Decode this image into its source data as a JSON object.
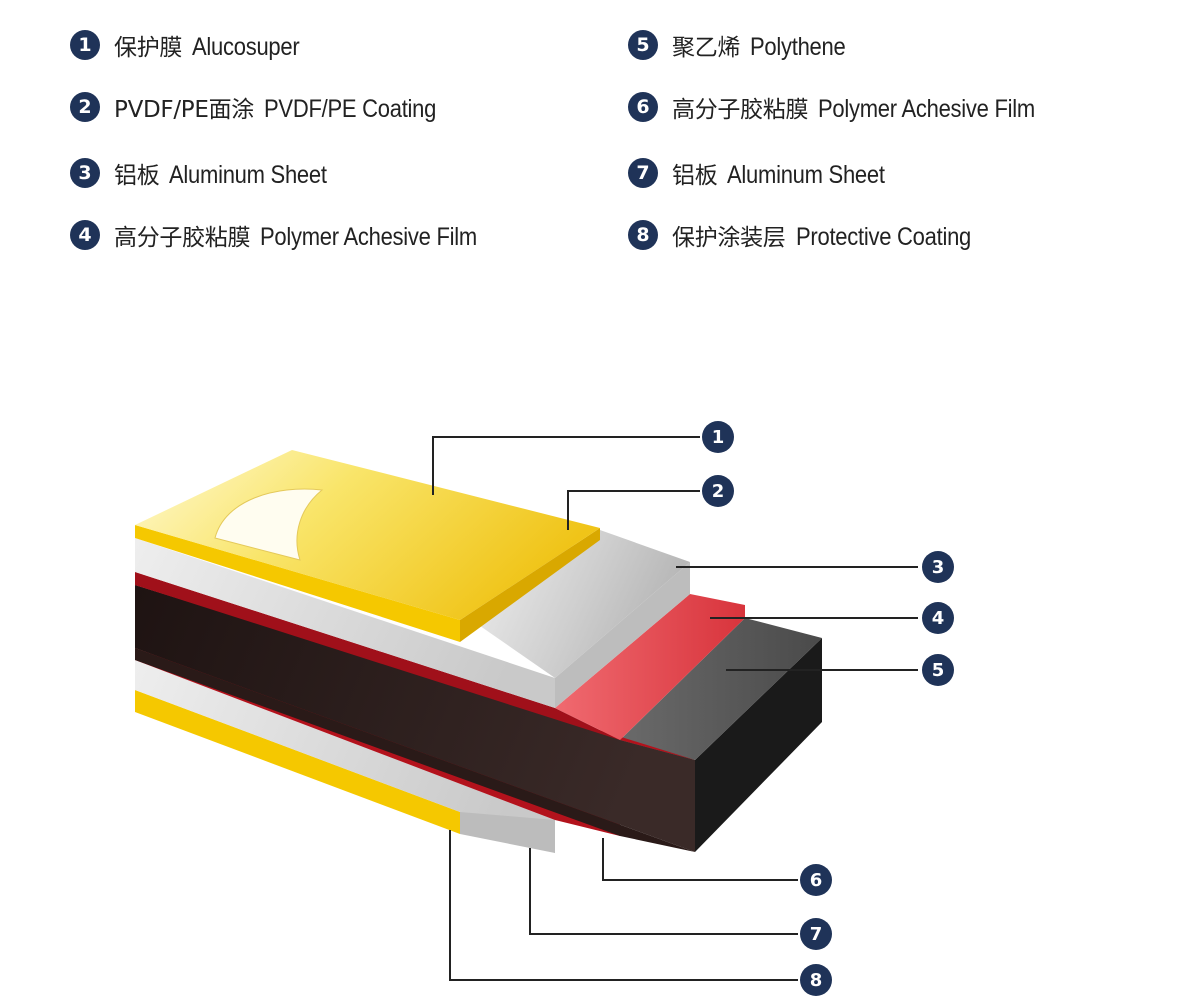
{
  "legend": [
    {
      "num": "1",
      "zh": "保护膜",
      "en": "Alucosuper"
    },
    {
      "num": "2",
      "zh": "PVDF/PE面涂",
      "en": "PVDF/PE Coating"
    },
    {
      "num": "3",
      "zh": "铝板",
      "en": "Aluminum Sheet"
    },
    {
      "num": "4",
      "zh": "高分子胶粘膜",
      "en": "Polymer Achesive Film"
    },
    {
      "num": "5",
      "zh": "聚乙烯",
      "en": "Polythene"
    },
    {
      "num": "6",
      "zh": "高分子胶粘膜",
      "en": "Polymer Achesive Film"
    },
    {
      "num": "7",
      "zh": "铝板",
      "en": "Aluminum Sheet"
    },
    {
      "num": "8",
      "zh": "保护涂装层",
      "en": "Protective Coating"
    }
  ],
  "callouts": [
    "1",
    "2",
    "3",
    "4",
    "5",
    "6",
    "7",
    "8"
  ],
  "colors": {
    "badge": "#1f3358",
    "protective_film": "#f2d646",
    "coating_yellow": "#f5c800",
    "aluminum": "#d6d6d6",
    "adhesive_red": "#b3121c",
    "adhesive_top": "#e0444c",
    "polythene_front": "#2a1a18",
    "polythene_top": "#595959",
    "line": "#222222"
  }
}
